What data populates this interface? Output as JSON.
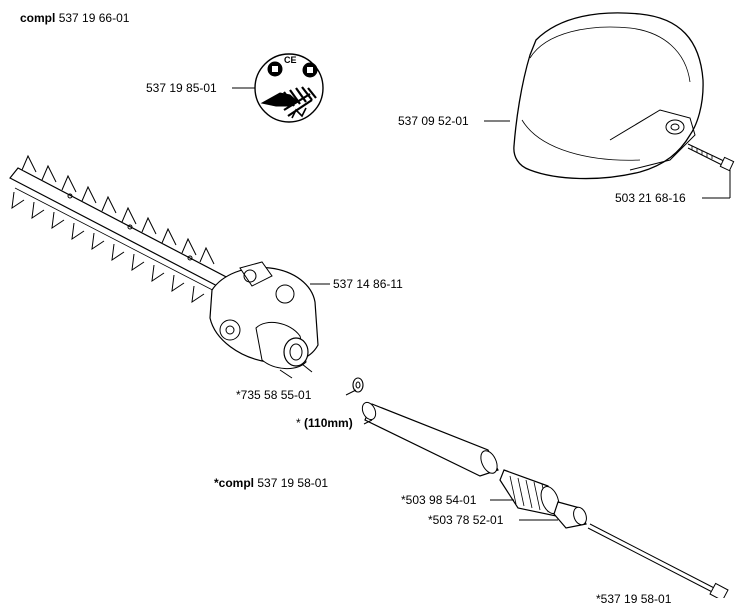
{
  "header": {
    "prefix": "compl",
    "part_number": "537 19 66-01"
  },
  "parts": [
    {
      "id": "decal",
      "label": "537 19 85-01"
    },
    {
      "id": "guard",
      "label": "537 09 52-01"
    },
    {
      "id": "screw",
      "label": "503 21 68-16"
    },
    {
      "id": "gearbox",
      "label": "537 14 86-11"
    },
    {
      "id": "washer",
      "label": "*735 58 55-01"
    },
    {
      "id": "shaft-tube-prefix",
      "label": "*"
    },
    {
      "id": "shaft-tube",
      "label": "(110mm)"
    },
    {
      "id": "bushing",
      "label": "*503 98 54-01"
    },
    {
      "id": "sleeve",
      "label": "*503 78 52-01"
    },
    {
      "id": "drive-shaft",
      "label": "*537 19 58-01"
    }
  ],
  "sub_assembly": {
    "prefix": "*compl",
    "part_number": "537 19 58-01"
  },
  "decal_marks": [
    "CE"
  ],
  "icons": [
    "book-icon",
    "ear-protection-icon",
    "hand-warning-icon"
  ]
}
